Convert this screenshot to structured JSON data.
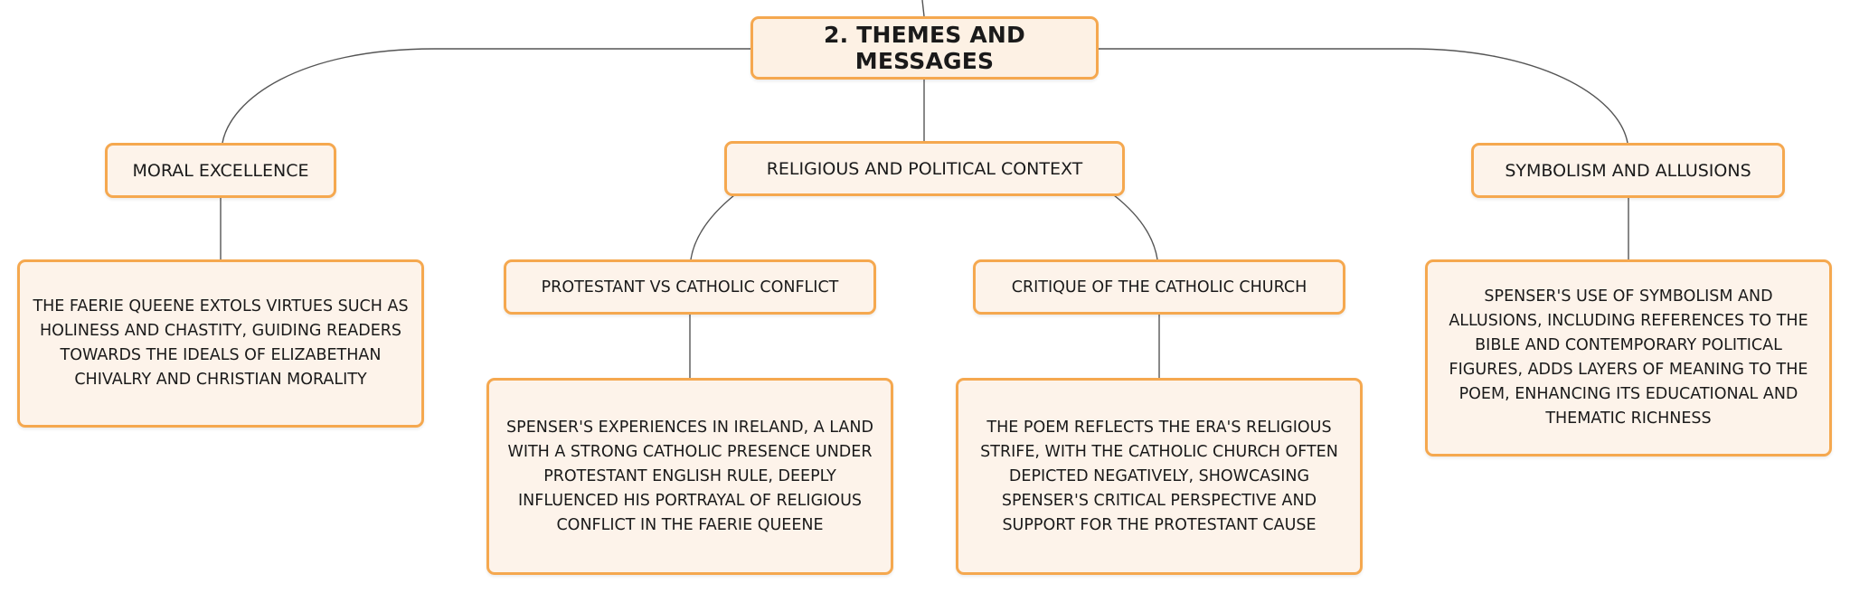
{
  "root": {
    "label": "2. THEMES AND MESSAGES"
  },
  "topics": [
    {
      "label": "MORAL EXCELLENCE"
    },
    {
      "label": "RELIGIOUS AND POLITICAL CONTEXT"
    },
    {
      "label": "SYMBOLISM AND ALLUSIONS"
    }
  ],
  "subtopics": [
    {
      "label": "PROTESTANT VS CATHOLIC CONFLICT"
    },
    {
      "label": "CRITIQUE OF THE CATHOLIC CHURCH"
    }
  ],
  "details": [
    {
      "text": "THE FAERIE QUEENE EXTOLS VIRTUES SUCH AS HOLINESS AND CHASTITY, GUIDING READERS TOWARDS THE IDEALS OF ELIZABETHAN CHIVALRY AND CHRISTIAN MORALITY"
    },
    {
      "text": "SPENSER'S EXPERIENCES IN IRELAND, A LAND WITH A STRONG CATHOLIC PRESENCE UNDER PROTESTANT ENGLISH RULE, DEEPLY INFLUENCED HIS PORTRAYAL OF RELIGIOUS CONFLICT IN THE FAERIE QUEENE"
    },
    {
      "text": "THE POEM REFLECTS THE ERA'S RELIGIOUS STRIFE, WITH THE CATHOLIC CHURCH OFTEN DEPICTED NEGATIVELY, SHOWCASING SPENSER'S CRITICAL PERSPECTIVE AND SUPPORT FOR THE PROTESTANT CAUSE"
    },
    {
      "text": "SPENSER'S USE OF SYMBOLISM AND ALLUSIONS, INCLUDING REFERENCES TO THE BIBLE AND CONTEMPORARY POLITICAL FIGURES, ADDS LAYERS OF MEANING TO THE POEM, ENHANCING ITS EDUCATIONAL AND THEMATIC RICHNESS"
    }
  ],
  "colors": {
    "node_border": "#f5a84f",
    "node_fill": "#fdf3ea",
    "connector": "#555555"
  }
}
